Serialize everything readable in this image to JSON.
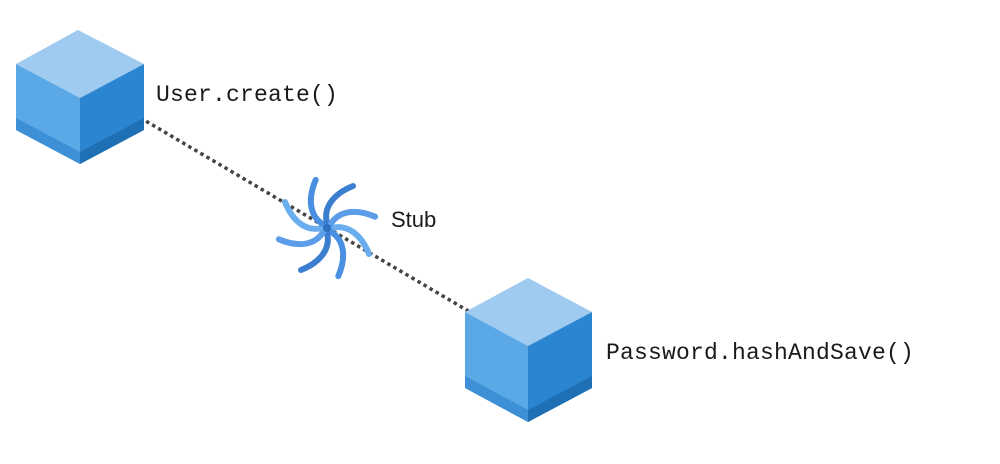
{
  "nodes": {
    "source": {
      "label": "User.create()"
    },
    "target": {
      "label": "Password.hashAndSave()"
    }
  },
  "connector": {
    "label": "Stub",
    "style": "dotted"
  },
  "colors": {
    "cube_top": "#9fcbf0",
    "cube_left": "#5aa8e6",
    "cube_right": "#2b85d0",
    "cube_left_base": "#3d90d6",
    "cube_right_base": "#1f6fb5",
    "line": "#444444",
    "swirl": "#4a90e2"
  },
  "icons": {
    "node": "cube-icon",
    "connector": "swirl-icon"
  }
}
